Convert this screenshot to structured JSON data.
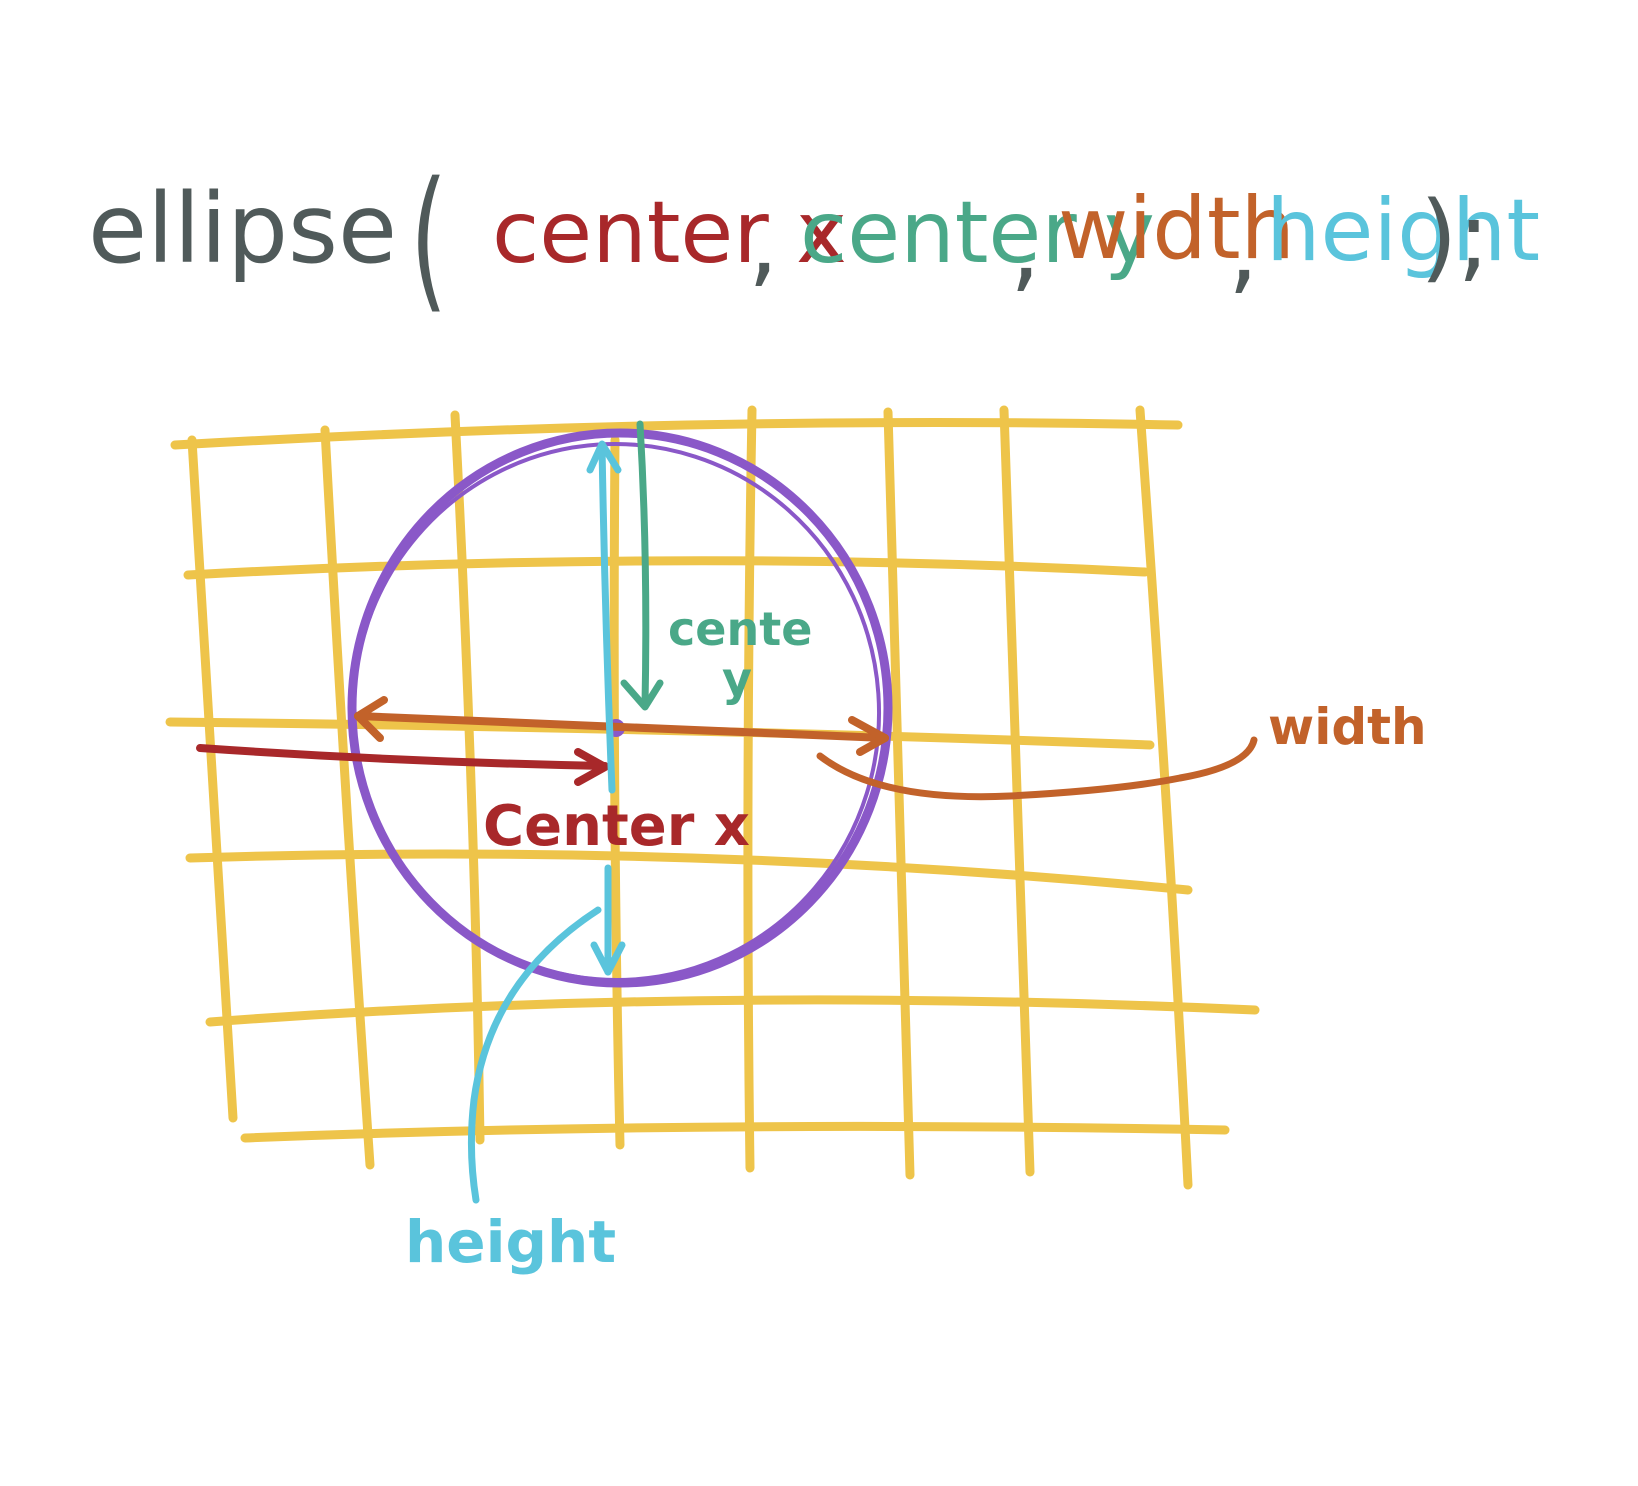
{
  "formula": {
    "fn": "ellipse",
    "open_paren": "(",
    "arg1": "center x",
    "sep1": ",",
    "arg2": "center y",
    "sep2": ",",
    "arg3": "width",
    "sep3": ",",
    "arg4": "height",
    "close": ");"
  },
  "labels": {
    "center_x": "Center x",
    "center_y_line1": "cente",
    "center_y_line2": "y",
    "width": "width",
    "height": "height"
  },
  "colors": {
    "dark": "#505a5a",
    "center_x": "#a8282a",
    "center_y": "#4aa888",
    "width": "#c2622a",
    "height": "#5ac4dc",
    "grid": "#eec44a",
    "ellipse": "#8a58c8"
  }
}
